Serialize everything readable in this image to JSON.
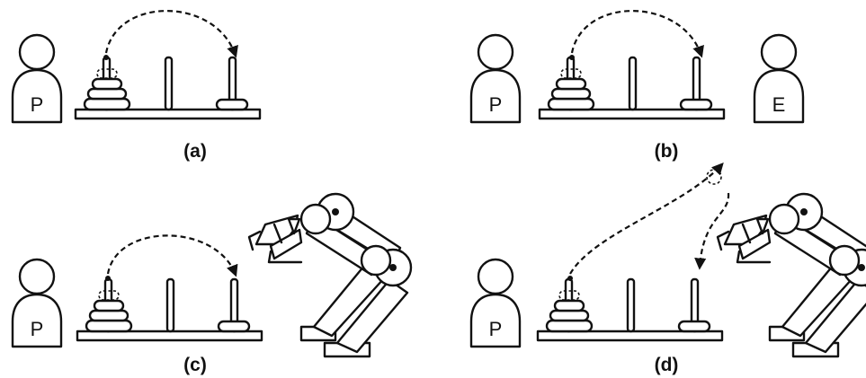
{
  "panels": [
    {
      "label": "(a)",
      "person": "P"
    },
    {
      "label": "(b)",
      "person": "P",
      "extra_person": "E"
    },
    {
      "label": "(c)",
      "person": "P"
    },
    {
      "label": "(d)",
      "person": "P"
    }
  ],
  "colors": {
    "ink": "#111111",
    "background": "#ffffff"
  }
}
